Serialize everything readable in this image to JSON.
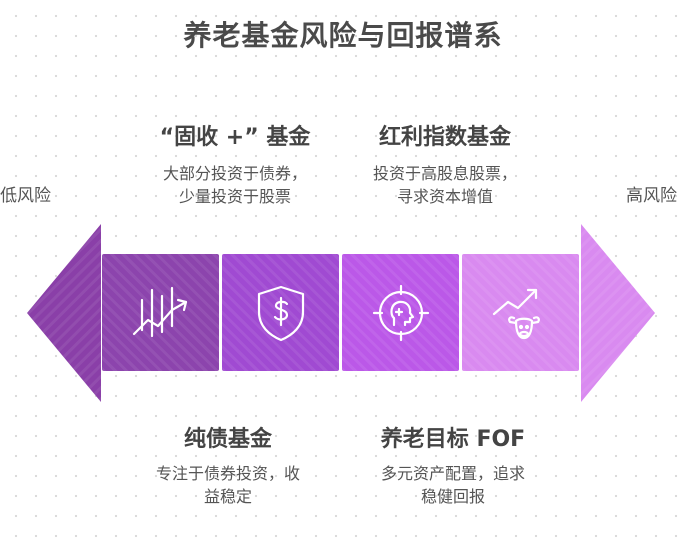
{
  "title": "养老基金风险与回报谱系",
  "ends": {
    "low": "低风险",
    "high": "高风险"
  },
  "top_items": [
    {
      "heading": "“固收 +” 基金",
      "lines": [
        "大部分投资于债券，",
        "少量投资于股票"
      ]
    },
    {
      "heading": "红利指数基金",
      "lines": [
        "投资于高股息股票，",
        "寻求资本增值"
      ]
    }
  ],
  "bottom_items": [
    {
      "heading": "纯债基金",
      "lines": [
        "专注于债券投资，收",
        "益稳定"
      ]
    },
    {
      "heading": "养老目标 FOF",
      "lines": [
        "多元资产配置，追求",
        "稳健回报"
      ]
    }
  ],
  "segments": [
    {
      "icon": "chart-growth-icon",
      "color": "#8c44ad"
    },
    {
      "icon": "shield-dollar-icon",
      "color": "#a04ad2"
    },
    {
      "icon": "target-head-icon",
      "color": "#bb58e8"
    },
    {
      "icon": "bull-trend-icon",
      "color": "#d98af0"
    }
  ],
  "colors": {
    "left_arrow": "#8a3fa8",
    "right_arrow": "#d98af0"
  }
}
